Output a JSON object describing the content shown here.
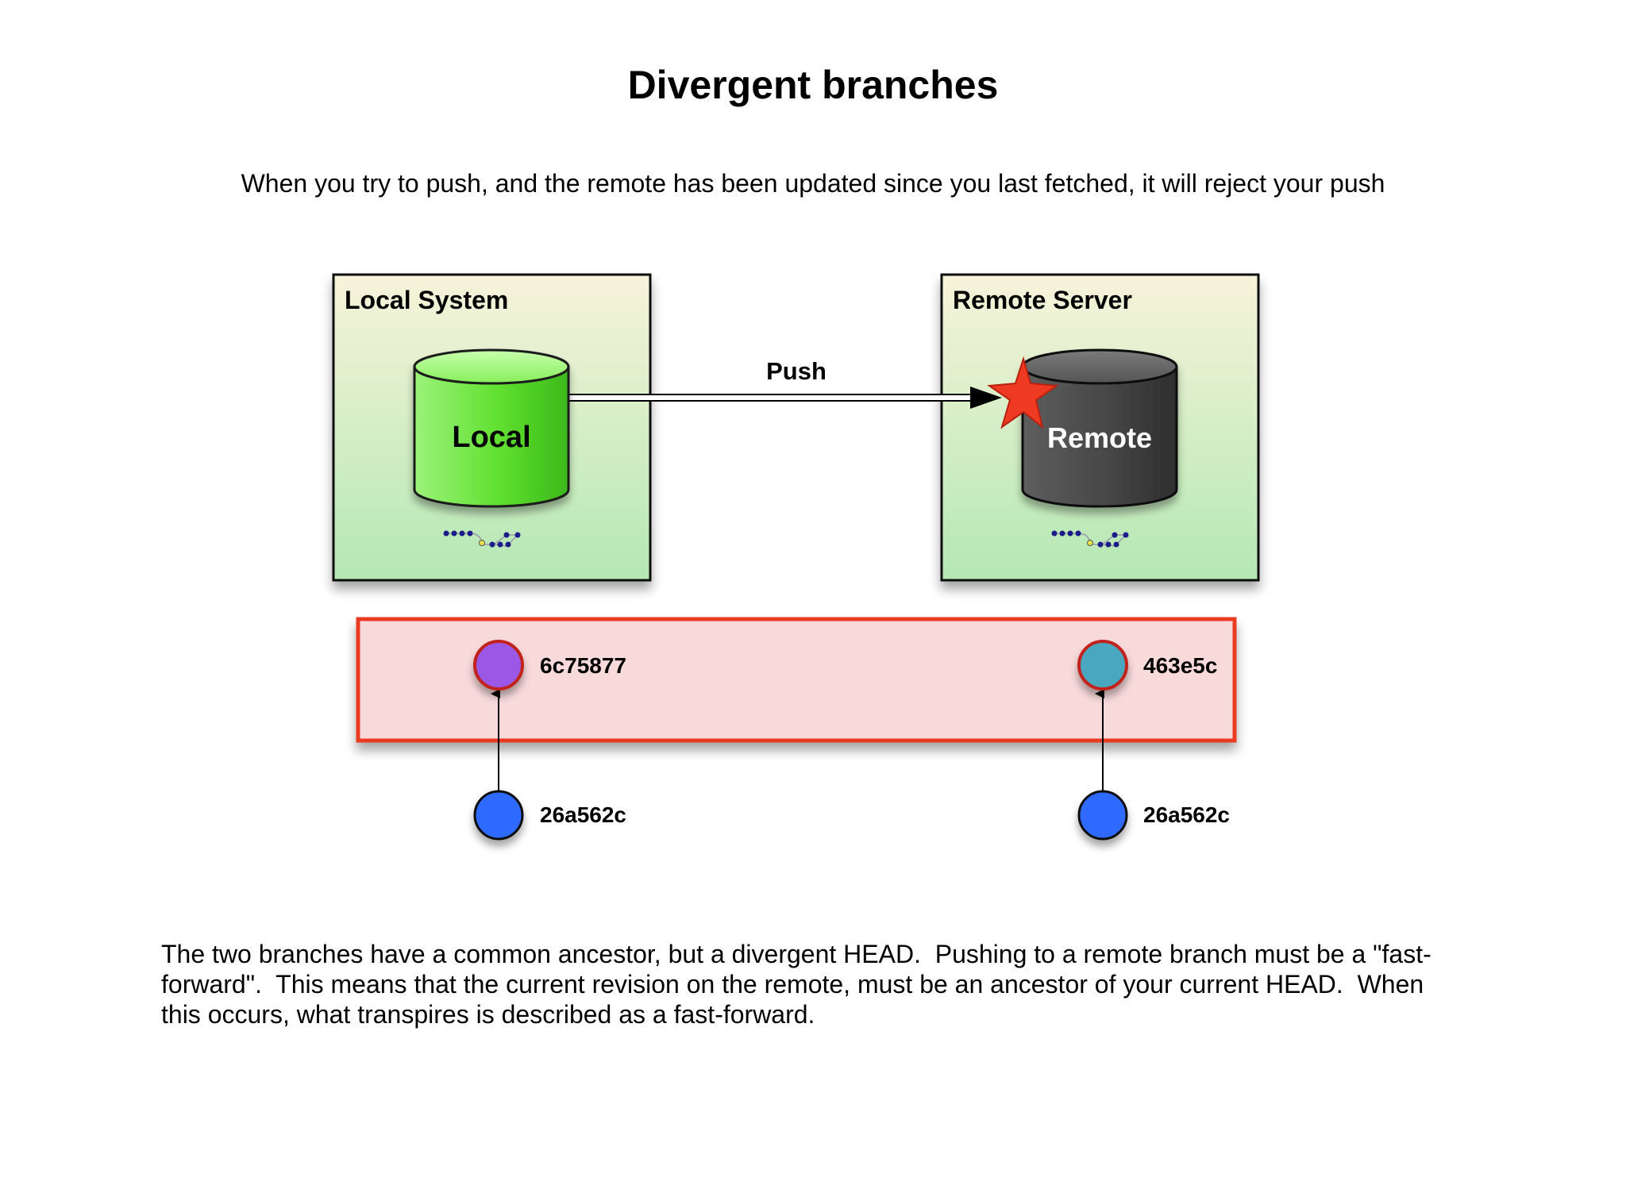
{
  "title": "Divergent branches",
  "subtitle": "When you try to push, and the remote has been updated since you last fetched, it will reject your push",
  "local_box": {
    "label": "Local System",
    "repo_label": "Local"
  },
  "remote_box": {
    "label": "Remote Server",
    "repo_label": "Remote"
  },
  "push_label": "Push",
  "commits": {
    "local_head": {
      "hash": "6c75877",
      "color": "#9b59e6"
    },
    "remote_head": {
      "hash": "463e5c",
      "color": "#4aa7c0"
    },
    "local_base": {
      "hash": "26a562c",
      "color": "#2f6bff"
    },
    "remote_base": {
      "hash": "26a562c",
      "color": "#2f6bff"
    }
  },
  "colors": {
    "conflict_fill": "#f9dadb",
    "conflict_border": "#e83a22",
    "local_repo": "#66e23a",
    "remote_repo": "#4a4a4a",
    "star": "#ee3a22"
  },
  "description": "The two branches have a common ancestor, but a divergent HEAD.  Pushing to a remote branch must be a \"fast-forward\".  This means that the current revision on the remote, must be an ancestor of your current HEAD.  When this occurs, what transpires is described as a fast-forward."
}
